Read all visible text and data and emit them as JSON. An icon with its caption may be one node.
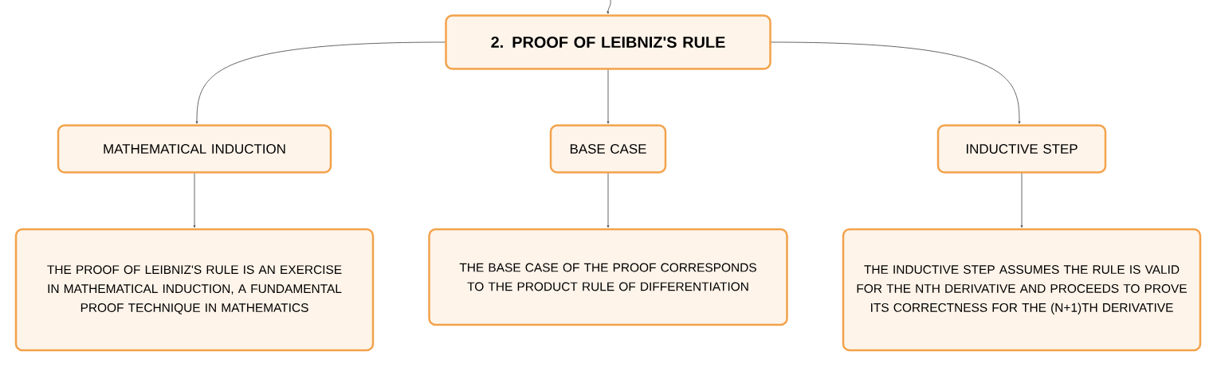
{
  "diagram": {
    "nodes": [
      {
        "text": [
          "2. PROOF OF LEIBNIZ'S RULE"
        ]
      },
      {
        "text": [
          "MATHEMATICAL INDUCTION"
        ]
      },
      {
        "text": [
          "BASE CASE"
        ]
      },
      {
        "text": [
          "INDUCTIVE STEP"
        ]
      },
      {
        "text": [
          "THE PROOF OF LEIBNIZ'S RULE IS AN EXERCISE IN MATHEMATICAL INDUCTION, A FUNDAMENTAL PROOF TECHNIQUE IN MATHEMATICS"
        ]
      },
      {
        "text": [
          "THE BASE CASE OF THE PROOF CORRESPONDS TO THE PRODUCT RULE OF DIFFERENTIATION"
        ]
      },
      {
        "text": [
          "THE INDUCTIVE STEP ASSUMES THE RULE IS VALID FOR THE NTH DERIVATIVE AND PROCEEDS TO PROVE ITS CORRECTNESS FOR THE (N+1)TH DERIVATIVE"
        ]
      }
    ],
    "edges": [
      {
        "from": null,
        "to": 0,
        "arrow": "to"
      },
      {
        "from": 0,
        "to": 1,
        "arrow": "to"
      },
      {
        "from": 0,
        "to": 2,
        "arrow": "to"
      },
      {
        "from": 0,
        "to": 3,
        "arrow": "to"
      },
      {
        "from": 1,
        "to": 4,
        "arrow": "to"
      },
      {
        "from": 2,
        "to": 5,
        "arrow": "to"
      },
      {
        "from": 3,
        "to": 6,
        "arrow": "to"
      }
    ]
  }
}
